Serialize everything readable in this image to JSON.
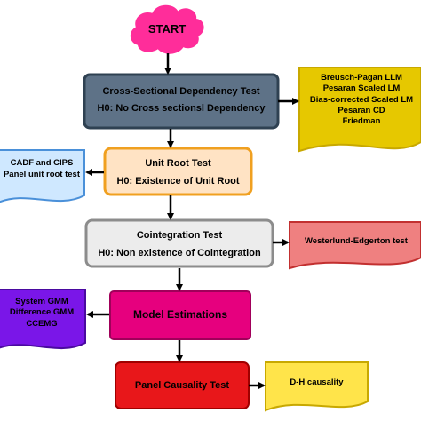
{
  "diagram": {
    "start": {
      "label": "START",
      "fill": "#ff2d9a"
    },
    "steps": {
      "cross_sectional": {
        "title": "Cross-Sectional Dependency Test",
        "hypothesis": "H0: No Cross sectionsl Dependency",
        "fill": "#5e7287"
      },
      "unit_root": {
        "title": "Unit Root Test",
        "hypothesis": "H0: Existence of Unit Root",
        "fill": "#ffe3c4",
        "stroke": "#f0a020"
      },
      "cointegration": {
        "title": "Cointegration Test",
        "hypothesis": "H0: Non existence of Cointegration",
        "fill": "#ececec",
        "stroke": "#8c8c8c"
      },
      "model_estimations": {
        "title": "Model Estimations",
        "fill": "#e6007e"
      },
      "panel_causality": {
        "title": "Panel Causality Test",
        "fill": "#e8171a"
      }
    },
    "side_notes": {
      "cross_sectional_tests": {
        "lines": [
          "Breusch-Pagan LLM",
          "Pesaran Scaled LM",
          "Bias-corrected Scaled LM",
          "Pesaran CD",
          "Friedman"
        ],
        "fill": "#e6c800"
      },
      "unit_root_tests": {
        "lines": [
          "CADF and CIPS",
          "Panel unit root test"
        ],
        "fill": "#cfe8ff",
        "stroke": "#4a90d9"
      },
      "cointegration_tests": {
        "lines": [
          "Westerlund-Edgerton test"
        ],
        "fill": "#ef8080",
        "stroke": "#c23030"
      },
      "estimators": {
        "lines": [
          "System GMM",
          "Difference GMM",
          "CCEMG"
        ],
        "fill": "#7a16e8"
      },
      "causality_tests": {
        "lines": [
          "D-H causality"
        ],
        "fill": "#ffe44a",
        "stroke": "#c8a800"
      }
    }
  }
}
